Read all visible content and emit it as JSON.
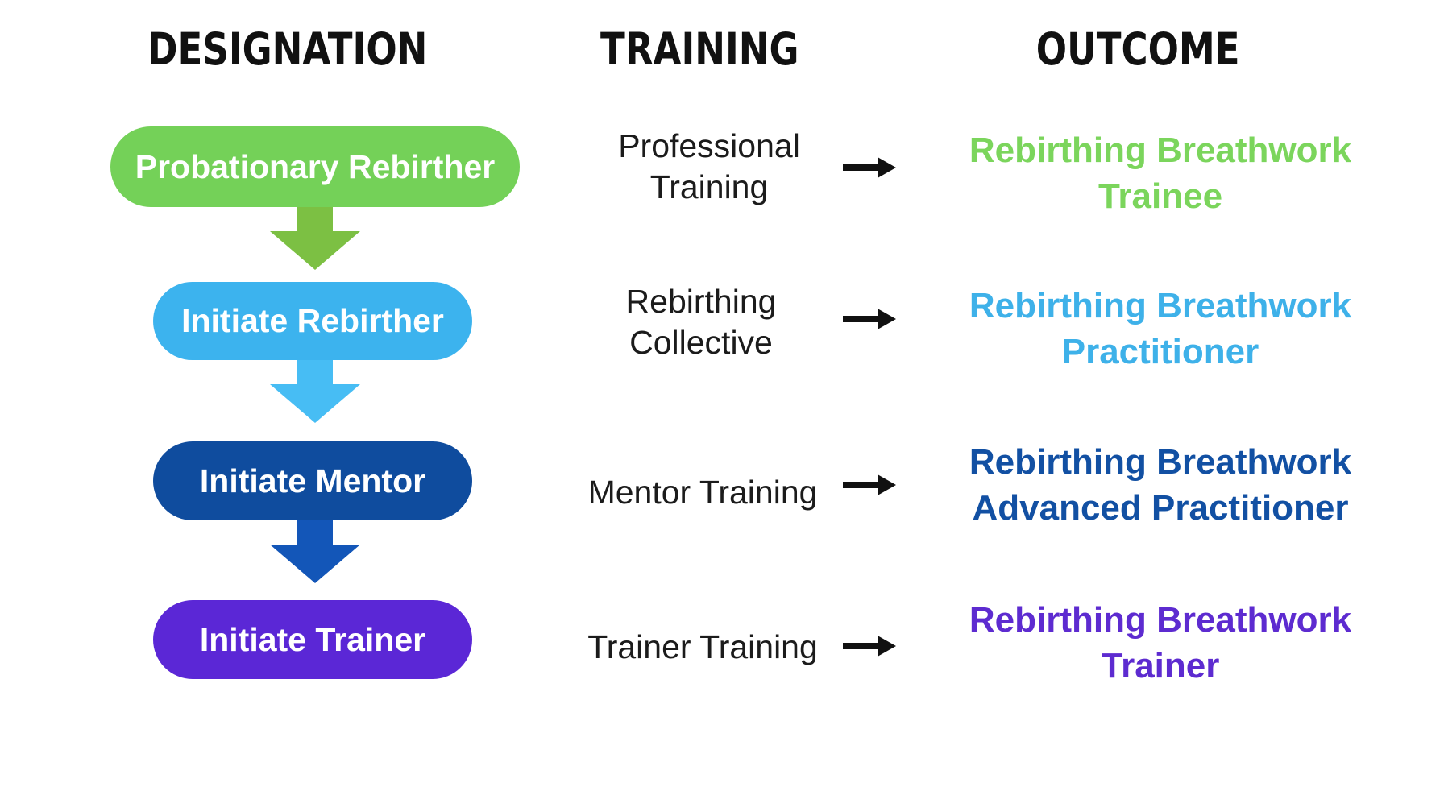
{
  "headers": {
    "designation": "DESIGNATION",
    "training": "TRAINING",
    "outcome": "OUTCOME"
  },
  "connector_color": "#111111",
  "rows": [
    {
      "designation": "Probationary Rebirther",
      "training": "Professional\nTraining",
      "outcome": "Rebirthing Breathwork\nTrainee",
      "pill_color": "#74D158",
      "arrow_color": "#7CC043",
      "outcome_color": "#7BD55C"
    },
    {
      "designation": "Initiate Rebirther",
      "training": "Rebirthing\nCollective",
      "outcome": "Rebirthing Breathwork\nPractitioner",
      "pill_color": "#3CB3EE",
      "arrow_color": "#47BDF4",
      "outcome_color": "#3EB1E9"
    },
    {
      "designation": "Initiate Mentor",
      "training": "Mentor Training",
      "outcome": "Rebirthing Breathwork\nAdvanced Practitioner",
      "pill_color": "#0F4C9E",
      "arrow_color": "#1356B8",
      "outcome_color": "#1250A3"
    },
    {
      "designation": "Initiate Trainer",
      "training": "Trainer Training",
      "outcome": "Rebirthing Breathwork\nTrainer",
      "pill_color": "#5B27D6",
      "outcome_color": "#5D2BD0"
    }
  ]
}
